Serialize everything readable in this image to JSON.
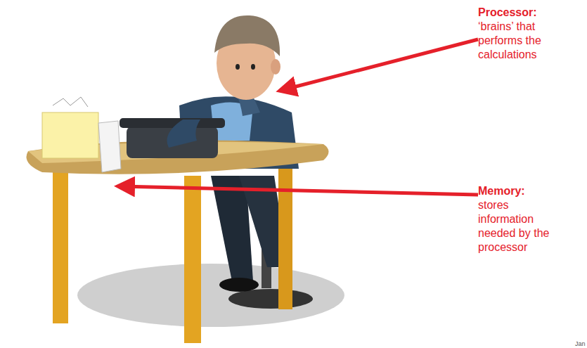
{
  "diagram": {
    "labels": [
      "Processor:",
      "‘brains’ that performs the calculations",
      "Memory:",
      "stores information needed by the processor",
      "Jan"
    ]
  }
}
